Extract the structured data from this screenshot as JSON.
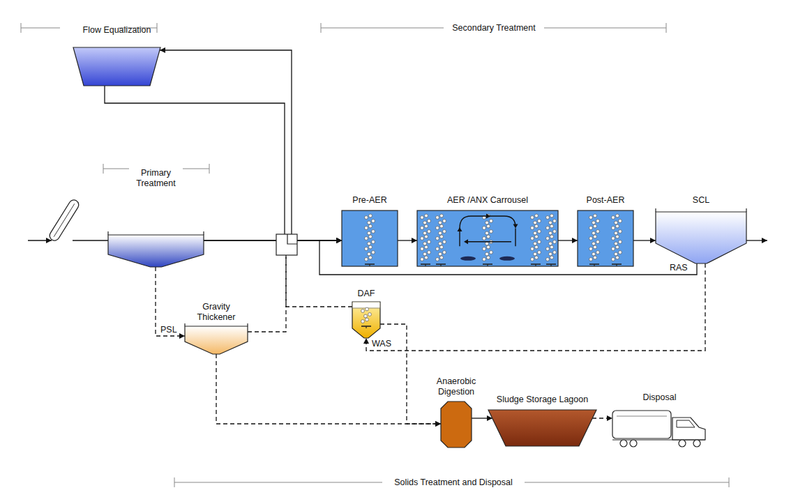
{
  "diagram": {
    "nodes": [
      {
        "text": [
          "Flow Equalization"
        ]
      },
      {
        "text": [
          "Primary Treatment"
        ]
      },
      {
        "text": [
          "Pre-AER"
        ]
      },
      {
        "text": [
          "AER /ANX Carrousel"
        ]
      },
      {
        "text": [
          "Post-AER"
        ]
      },
      {
        "text": [
          "SCL"
        ]
      },
      {
        "text": [
          "DAF"
        ]
      },
      {
        "text": [
          "Gravity Thickener"
        ]
      },
      {
        "text": [
          "Anaerobic Digestion"
        ]
      },
      {
        "text": [
          "Sludge Storage Lagoon"
        ]
      },
      {
        "text": [
          "Disposal"
        ]
      }
    ],
    "edges": [
      {
        "from": 1,
        "to": 2,
        "arrow": "to"
      },
      {
        "from": 1,
        "to": 0,
        "arrow": "to"
      },
      {
        "from": 0,
        "to": 2,
        "arrow": "to"
      },
      {
        "from": 2,
        "to": 3,
        "arrow": "to"
      },
      {
        "from": 3,
        "to": 4,
        "arrow": "to"
      },
      {
        "from": 4,
        "to": 5,
        "arrow": "to"
      },
      {
        "from": 5,
        "to": 2,
        "label": "RAS",
        "arrow": "to"
      },
      {
        "from": 1,
        "to": 7,
        "label": "PSL",
        "arrow": "to"
      },
      {
        "from": 5,
        "to": 6,
        "label": "WAS",
        "arrow": "to"
      },
      {
        "from": 7,
        "to": 2,
        "arrow": "to"
      },
      {
        "from": 6,
        "to": 2,
        "arrow": "to"
      },
      {
        "from": 7,
        "to": 8,
        "arrow": "to"
      },
      {
        "from": 6,
        "to": 8,
        "arrow": "to"
      },
      {
        "from": 8,
        "to": 9,
        "arrow": "to"
      },
      {
        "from": 9,
        "to": 10,
        "arrow": "to"
      }
    ],
    "labels": [
      "Secondary Treatment",
      "Solids Treatment and Disposal"
    ]
  }
}
